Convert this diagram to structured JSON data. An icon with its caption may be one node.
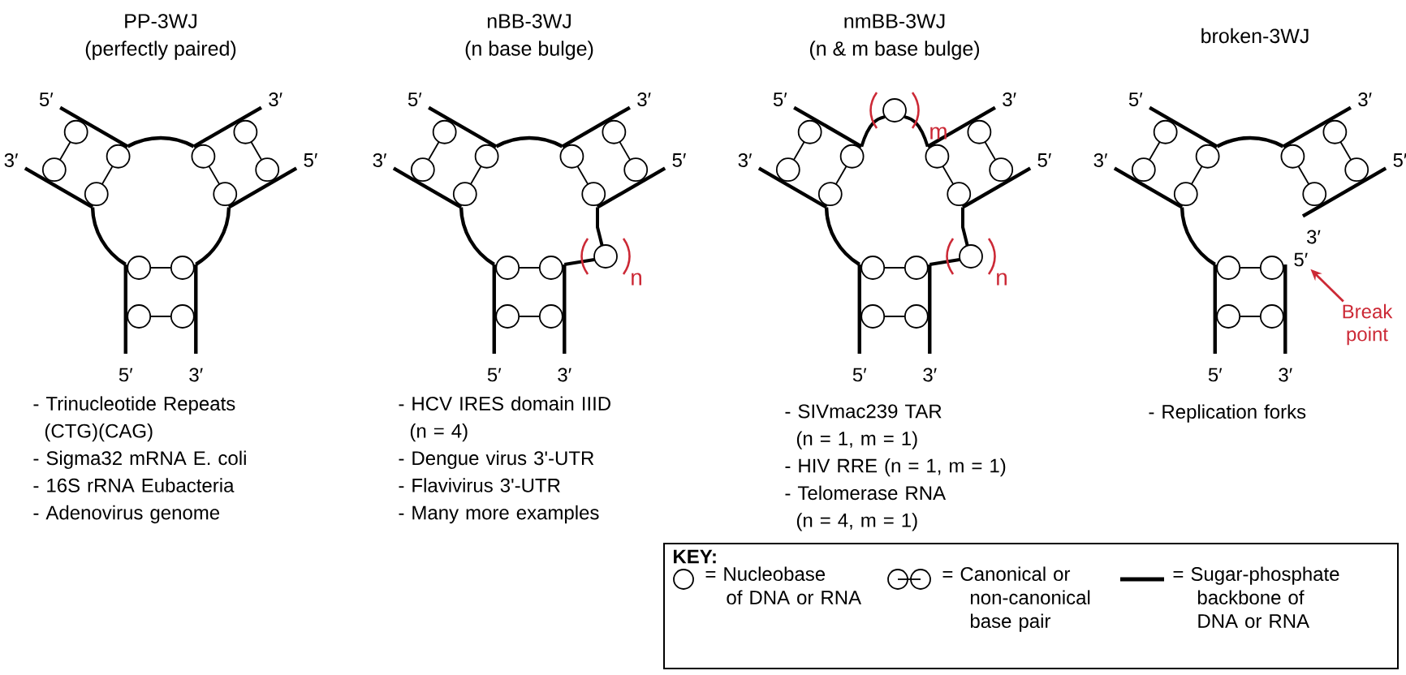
{
  "diagram": {
    "nodes": [
      {
        "text": [
          "5′"
        ]
      },
      {
        "text": [
          "Break point"
        ]
      }
    ],
    "edges": [
      {
        "from": 1,
        "to": 0,
        "arrow": "to",
        "color": "#cc2936"
      }
    ],
    "labels": [
      "PP-3WJ",
      "(perfectly paired)",
      "nBB-3WJ",
      "(n base bulge)",
      "nmBB-3WJ",
      "(n & m base bulge)",
      "broken-3WJ",
      "5′",
      "3′",
      "3′",
      "5′",
      "5′",
      "3′",
      "5′",
      "3′",
      "3′",
      "5′",
      "5′",
      "3′",
      "n",
      "5′",
      "m",
      "3′",
      "3′",
      "5′",
      "n",
      "5′",
      "3′",
      "5′",
      "3′",
      "3′",
      "5′",
      "3′",
      "5′",
      "3′",
      "- Trinucleotide Repeats (CTG)(CAG)",
      "- Sigma32 mRNA E. coli",
      "- 16S rRNA Eubacteria",
      "- Adenovirus genome",
      "- HCV IRES domain IIID (n = 4)",
      "- Dengue virus 3'-UTR",
      "- Flavivirus 3'-UTR",
      "- Many more examples",
      "- SIVmac239 TAR (n = 1, m = 1)",
      "- HIV RRE (n = 1, m = 1)",
      "- Telomerase RNA (n = 4, m = 1)",
      "- Replication forks",
      "KEY:"
    ],
    "legend": [
      {
        "text": "= Nucleobase of DNA or RNA"
      },
      {
        "text": "= Canonical or non-canonical base pair"
      },
      {
        "text": "= Sugar-phosphate backbone of DNA or RNA"
      }
    ]
  }
}
